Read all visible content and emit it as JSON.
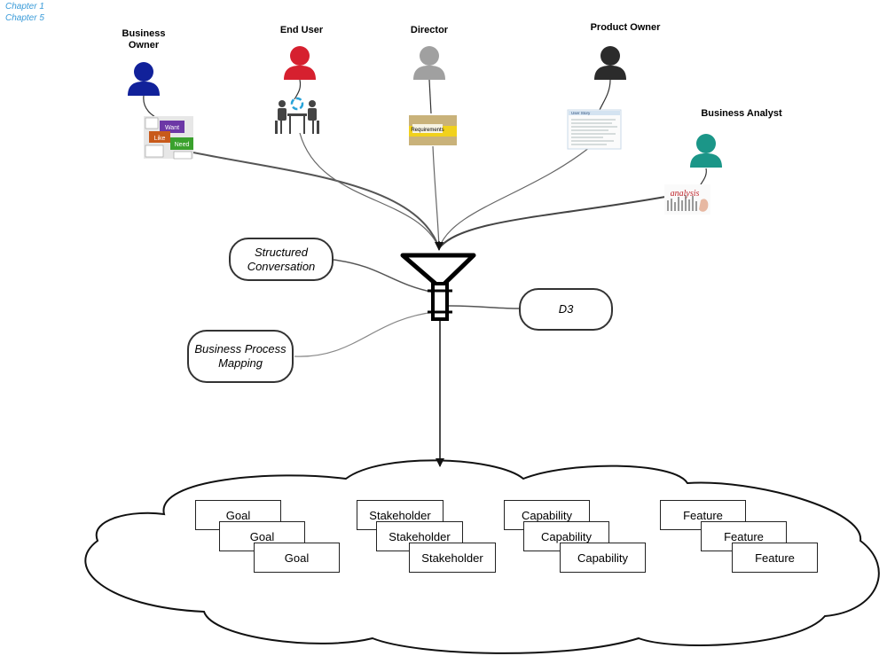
{
  "nav": {
    "chapters": [
      "Chapter 1",
      "Chapter 5"
    ]
  },
  "stakeholders": [
    {
      "name": "Business\nOwner",
      "color": "#11219a",
      "artifact": "keyboard-keys-image",
      "artifact_labels": [
        "Want",
        "Like",
        "Need"
      ]
    },
    {
      "name": "End User",
      "color": "#d6202f",
      "artifact": "meeting-icon"
    },
    {
      "name": "Director",
      "color": "#a0a0a0",
      "artifact": "requirements-folder-image",
      "artifact_label": "Requirements"
    },
    {
      "name": "Product Owner",
      "color": "#2b2b2b",
      "artifact": "user-story-document-image",
      "artifact_label": "User Story"
    },
    {
      "name": "Business Analyst",
      "color": "#1b9688",
      "artifact": "analysis-chart-image",
      "artifact_label": "analysis"
    }
  ],
  "techniques": {
    "structured_conversation": "Structured Conversation",
    "d3": "D3",
    "business_process_mapping": "Business Process Mapping"
  },
  "outputs": {
    "goal": [
      "Goal",
      "Goal",
      "Goal"
    ],
    "stakeholder": [
      "Stakeholder",
      "Stakeholder",
      "Stakeholder"
    ],
    "capability": [
      "Capability",
      "Capability",
      "Capability"
    ],
    "feature": [
      "Feature",
      "Feature",
      "Feature"
    ]
  }
}
